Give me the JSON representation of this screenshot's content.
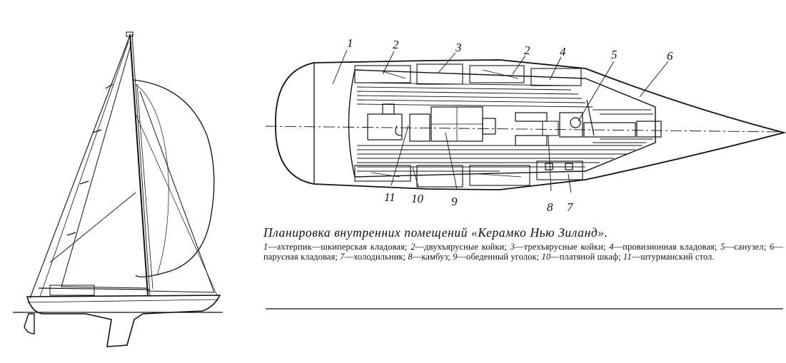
{
  "callouts": [
    {
      "n": "1"
    },
    {
      "n": "2"
    },
    {
      "n": "3"
    },
    {
      "n": "2"
    },
    {
      "n": "4"
    },
    {
      "n": "5"
    },
    {
      "n": "6"
    },
    {
      "n": "11"
    },
    {
      "n": "10"
    },
    {
      "n": "9"
    },
    {
      "n": "8"
    },
    {
      "n": "7"
    }
  ],
  "caption": {
    "title": "Планировка внутренних помещений «Керамко Нью Зиланд».",
    "legend": [
      {
        "num": "1",
        "text": "ахтерпик—шкиперская кладовая;"
      },
      {
        "num": "2",
        "text": "двухъярусные койки;"
      },
      {
        "num": "3",
        "text": "трехъярусные койки;"
      },
      {
        "num": "4",
        "text": "провизионная кладовая;"
      },
      {
        "num": "5",
        "text": "санузел;"
      },
      {
        "num": "6",
        "text": "парусная кладовая;"
      },
      {
        "num": "7",
        "text": "холодильник;"
      },
      {
        "num": "8",
        "text": "камбуз;"
      },
      {
        "num": "9",
        "text": "обеденный уголок;"
      },
      {
        "num": "10",
        "text": "платяной шкаф;"
      },
      {
        "num": "11",
        "text": "штурманский стол."
      }
    ]
  }
}
